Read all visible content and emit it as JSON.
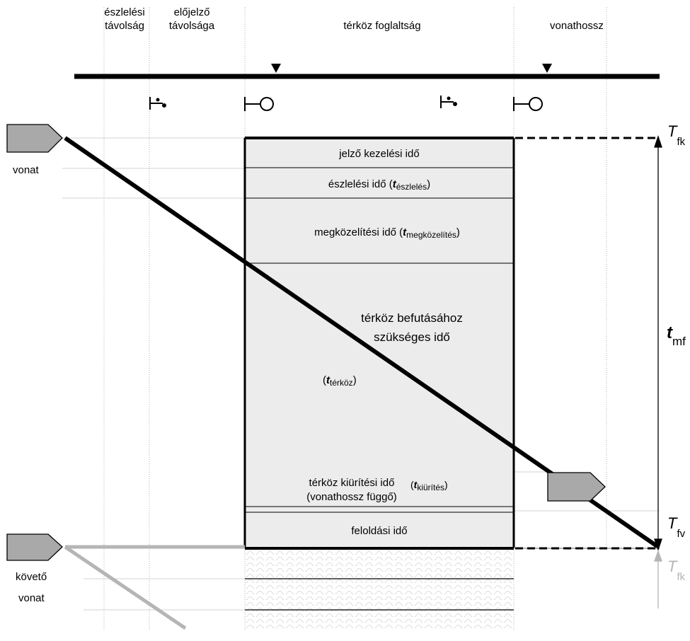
{
  "header": {
    "detection_distance": [
      "észlelési",
      "távolság"
    ],
    "distant_signal_distance": [
      "előjelző",
      "távolsága"
    ],
    "block_occupancy": "térköz foglaltság",
    "train_length": "vonathossz"
  },
  "trains": {
    "train": "vonat",
    "following_train": [
      "követő",
      "vonat"
    ]
  },
  "blocks": {
    "signal_handling": "jelző kezelési idő",
    "detection_prefix": "észlelési idő (",
    "detection_t": "t",
    "detection_sub": "észlelés",
    "approach_prefix": "megközelítési idő (",
    "approach_t": "t",
    "approach_sub": "megközelítés",
    "run_line1": "térköz befutásához",
    "run_line2": "szükséges idő",
    "run_t": "t",
    "run_sub": "térköz",
    "clearing_line1": "térköz kiürítési idő",
    "clearing_line2": "(vonathossz függő)",
    "clearing_t": "t",
    "clearing_sub": "kiürítés",
    "release": "feloldási idő"
  },
  "time_labels": {
    "Tfk_main": "T",
    "Tfk_main_sub": "fk",
    "tmf": "t",
    "tmf_sub": "mf",
    "Tfv": "T",
    "Tfv_sub": "fv",
    "Tfk_next": "T",
    "Tfk_next_sub": "fk"
  },
  "colors": {
    "block_fill": "#ececec",
    "train_fill": "#a9a9a9",
    "next_train_line": "#b5b5b5",
    "grid": "#b0b0b0"
  }
}
